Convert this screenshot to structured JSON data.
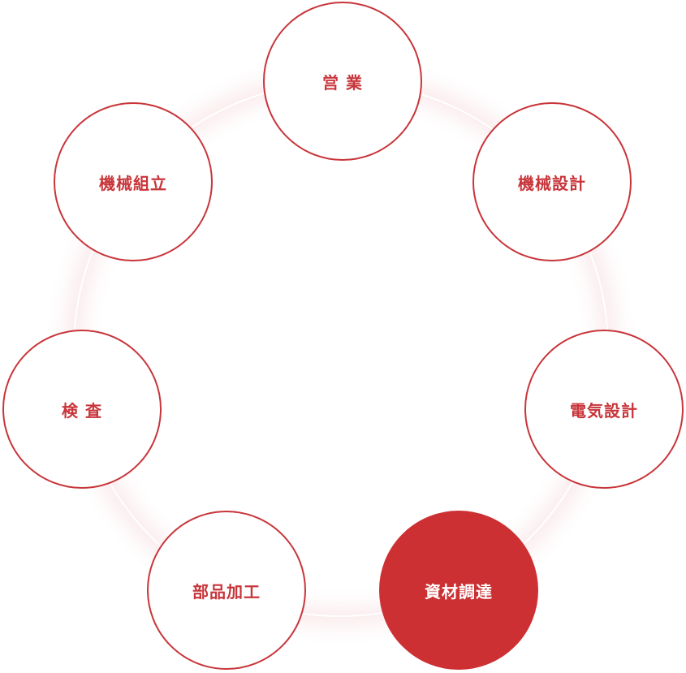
{
  "diagram": {
    "nodes": [
      {
        "label": "営 業"
      },
      {
        "label": "機械設計"
      },
      {
        "label": "電気設計"
      },
      {
        "label": "資材調達",
        "active": true
      },
      {
        "label": "部品加工"
      },
      {
        "label": "検 査"
      },
      {
        "label": "機械組立"
      }
    ]
  },
  "colors": {
    "accent": "#c8353a",
    "active_fill": "#cc3033",
    "background": "#ffffff"
  }
}
